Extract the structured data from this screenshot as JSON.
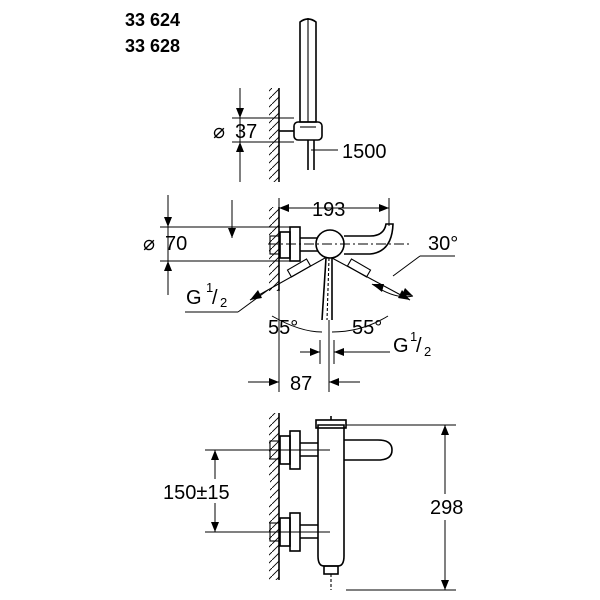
{
  "product_codes": [
    "33 624",
    "33 628"
  ],
  "dimensions": {
    "holder_diameter": "37",
    "hose_length": "1500",
    "spout_length": "193",
    "rosette_diameter": "70",
    "spout_angle": "30°",
    "inlet_thread_left": {
      "prefix": "G ",
      "num": "1",
      "den": "2"
    },
    "angle_left": "55°",
    "angle_right": "55°",
    "outlet_thread": {
      "prefix": "G",
      "num": "1",
      "den": "2"
    },
    "projection": "87",
    "centre_distance": "150±15",
    "height": "298"
  },
  "symbols": {
    "diameter": "⌀"
  }
}
